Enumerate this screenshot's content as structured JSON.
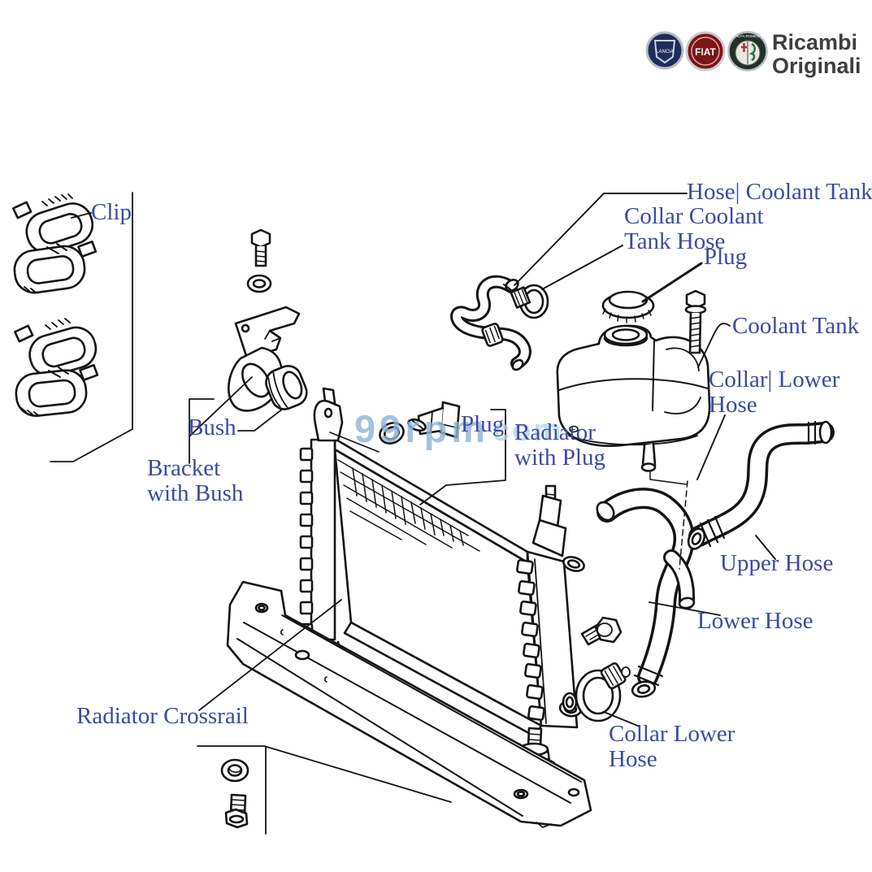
{
  "header": {
    "brand": {
      "line1": "Ricambi",
      "line2": "Originali"
    },
    "logos": [
      {
        "name": "lancia-logo",
        "text": "LANCIA"
      },
      {
        "name": "fiat-logo",
        "text": "FIAT"
      },
      {
        "name": "alfa-romeo-logo",
        "text": "ALFA ROMEO"
      }
    ]
  },
  "watermark": {
    "text_main": "99rpm",
    "text_suffix": "com"
  },
  "diagram": {
    "labels": [
      {
        "id": "clip",
        "lines": [
          "Clip"
        ]
      },
      {
        "id": "hose-coolant-tank",
        "lines": [
          "Hose| Coolant Tank"
        ]
      },
      {
        "id": "collar-coolant-tank-hose",
        "lines": [
          "Collar Coolant",
          "Tank Hose"
        ]
      },
      {
        "id": "plug-top",
        "lines": [
          "Plug"
        ]
      },
      {
        "id": "coolant-tank",
        "lines": [
          "Coolant Tank"
        ]
      },
      {
        "id": "collar-lower-hose",
        "lines": [
          "Collar| Lower",
          "Hose"
        ]
      },
      {
        "id": "bush",
        "lines": [
          "Bush"
        ]
      },
      {
        "id": "bracket-with-bush",
        "lines": [
          "Bracket",
          "with Bush"
        ]
      },
      {
        "id": "plug",
        "lines": [
          "Plug"
        ]
      },
      {
        "id": "radiator-with-plug",
        "lines": [
          "Radiator",
          "with Plug"
        ]
      },
      {
        "id": "upper-hose",
        "lines": [
          "Upper Hose"
        ]
      },
      {
        "id": "lower-hose",
        "lines": [
          "Lower Hose"
        ]
      },
      {
        "id": "radiator-crossrail",
        "lines": [
          "Radiator Crossrail"
        ]
      },
      {
        "id": "collar-lower-hose-bottom",
        "lines": [
          "Collar Lower",
          "Hose"
        ]
      }
    ]
  },
  "colors": {
    "label_text": "#3b4ba1",
    "line_art": "#141414",
    "brand_text": "#3e3e40",
    "watermark_main": "#8fb3d6",
    "watermark_suffix": "#a8d8ee",
    "fiat_red": "#7d1416",
    "lancia_blue": "#1e2d5c",
    "alfa_dark": "#233029"
  }
}
